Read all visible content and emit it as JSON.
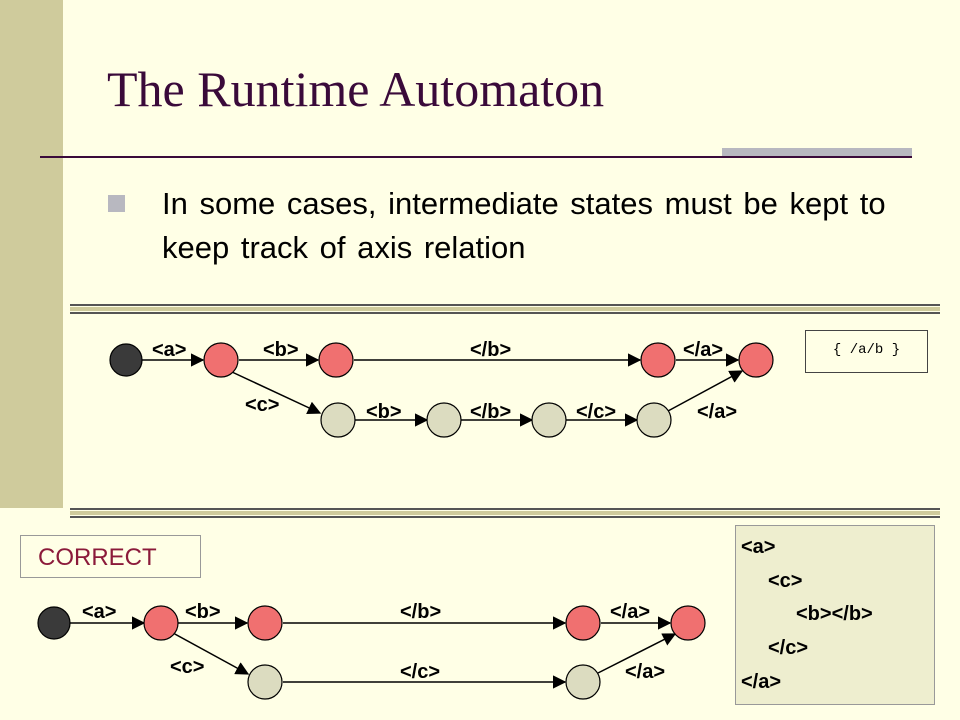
{
  "title": "The Runtime Automaton",
  "bullet": "In some cases, intermediate states must be kept to keep track of axis relation",
  "top_automaton": {
    "labels": {
      "t1": "<a>",
      "t2": "<b>",
      "t3": "</b>",
      "t4": "</a>",
      "t5": "<c>",
      "t6": "<b>",
      "t7": "</b>",
      "t8": "</c>",
      "t9": "</a>"
    },
    "result": "{ /a/b }"
  },
  "correct_label": "CORRECT",
  "bottom_automaton": {
    "labels": {
      "t1": "<a>",
      "t2": "<b>",
      "t3": "</b>",
      "t4": "</a>",
      "t5": "<c>",
      "t6": "</c>",
      "t7": "</a>"
    }
  },
  "document_lines": [
    "<a>",
    "<c>",
    "<b></b>",
    "</c>",
    "</a>"
  ],
  "colors": {
    "start_state": "#3A3A3A",
    "red_state": "#F07070",
    "gray_state": "#DCDCC0",
    "title": "#3A0A3A",
    "correct": "#8B1A3A"
  }
}
